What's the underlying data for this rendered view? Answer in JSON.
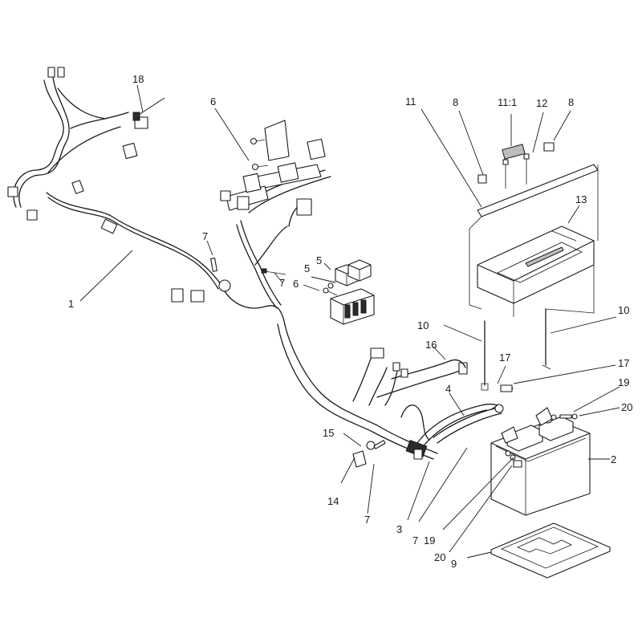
{
  "callouts": [
    {
      "id": "c1",
      "text": "1"
    },
    {
      "id": "c2",
      "text": "2"
    },
    {
      "id": "c3",
      "text": "3"
    },
    {
      "id": "c4",
      "text": "4"
    },
    {
      "id": "c5a",
      "text": "5"
    },
    {
      "id": "c5b",
      "text": "5"
    },
    {
      "id": "c6a",
      "text": "6"
    },
    {
      "id": "c6b",
      "text": "6"
    },
    {
      "id": "c7a",
      "text": "7"
    },
    {
      "id": "c7b",
      "text": "7"
    },
    {
      "id": "c7c",
      "text": "7"
    },
    {
      "id": "c7d",
      "text": "7"
    },
    {
      "id": "c8a",
      "text": "8"
    },
    {
      "id": "c8b",
      "text": "8"
    },
    {
      "id": "c9",
      "text": "9"
    },
    {
      "id": "c10a",
      "text": "10"
    },
    {
      "id": "c10b",
      "text": "10"
    },
    {
      "id": "c11",
      "text": "11"
    },
    {
      "id": "c11_1",
      "text": "11:1"
    },
    {
      "id": "c12",
      "text": "12"
    },
    {
      "id": "c13",
      "text": "13"
    },
    {
      "id": "c14",
      "text": "14"
    },
    {
      "id": "c15",
      "text": "15"
    },
    {
      "id": "c16",
      "text": "16"
    },
    {
      "id": "c17a",
      "text": "17"
    },
    {
      "id": "c17b",
      "text": "17"
    },
    {
      "id": "c18",
      "text": "18"
    },
    {
      "id": "c19a",
      "text": "19"
    },
    {
      "id": "c19b",
      "text": "19"
    },
    {
      "id": "c20a",
      "text": "20"
    },
    {
      "id": "c20b",
      "text": "20"
    }
  ]
}
